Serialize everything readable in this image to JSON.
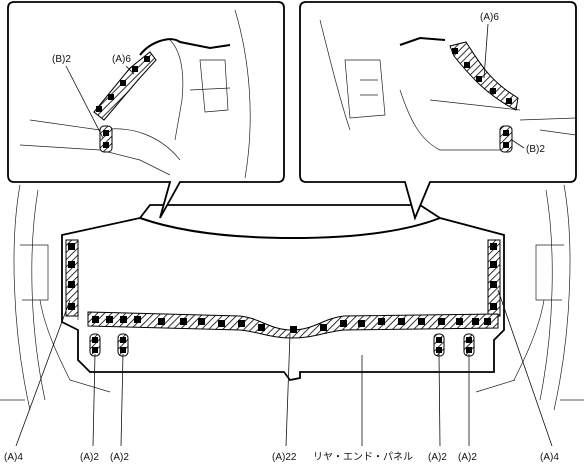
{
  "labels": {
    "inset_left_b": "(B)2",
    "inset_left_a": "(A)6",
    "inset_right_a": "(A)6",
    "inset_right_b": "(B)2",
    "left_side": "(A)4",
    "right_side": "(A)4",
    "bottom_a2_1": "(A)2",
    "bottom_a2_2": "(A)2",
    "bottom_a22": "(A)22",
    "bottom_part": "リヤ・エンド・パネル",
    "bottom_a2_3": "(A)2",
    "bottom_a2_4": "(A)2"
  }
}
